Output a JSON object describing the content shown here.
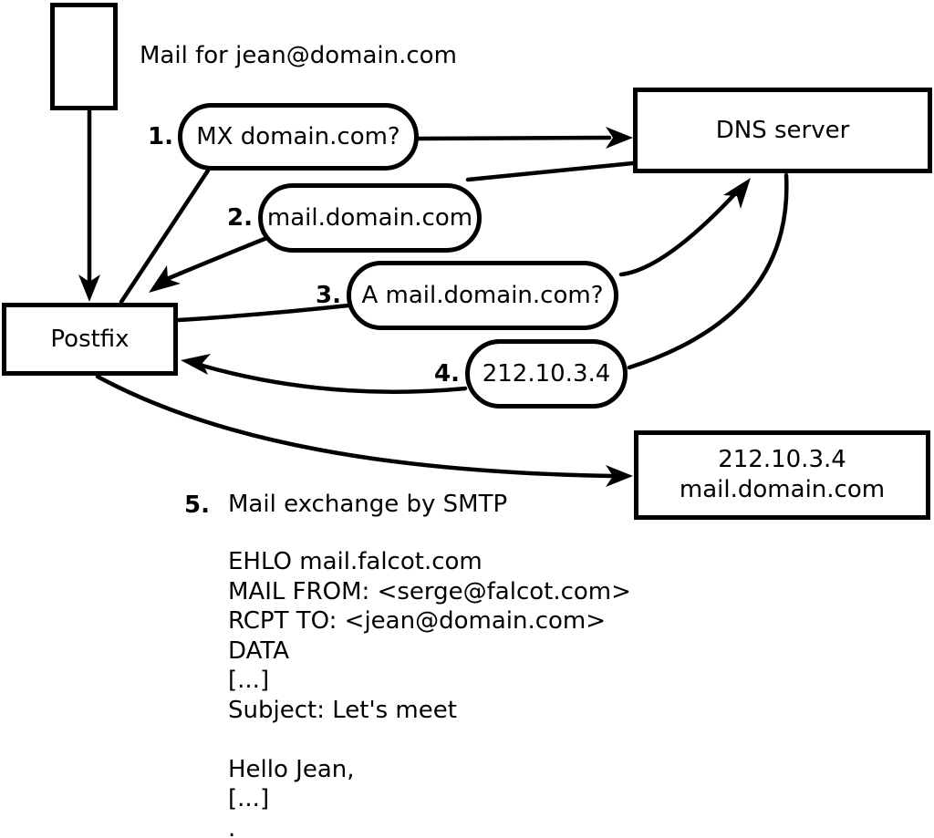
{
  "diagram": {
    "note": "Mail for jean@domain.com",
    "nodes": {
      "postfix": "Postfix",
      "dns_server": "DNS server",
      "target_ip": "212.10.3.4",
      "target_host": "mail.domain.com"
    },
    "steps": [
      {
        "num": "1.",
        "label": "MX domain.com?"
      },
      {
        "num": "2.",
        "label": "mail.domain.com"
      },
      {
        "num": "3.",
        "label": "A mail.domain.com?"
      },
      {
        "num": "4.",
        "label": "212.10.3.4"
      },
      {
        "num": "5.",
        "label": "Mail exchange by SMTP"
      }
    ],
    "smtp_session": "EHLO mail.falcot.com\nMAIL FROM: <serge@falcot.com>\nRCPT TO: <jean@domain.com>\nDATA\n[...]\nSubject: Let's meet\n\nHello Jean,\n[...]\n.",
    "colors": {
      "stroke": "#000000",
      "background": "#ffffff"
    }
  }
}
